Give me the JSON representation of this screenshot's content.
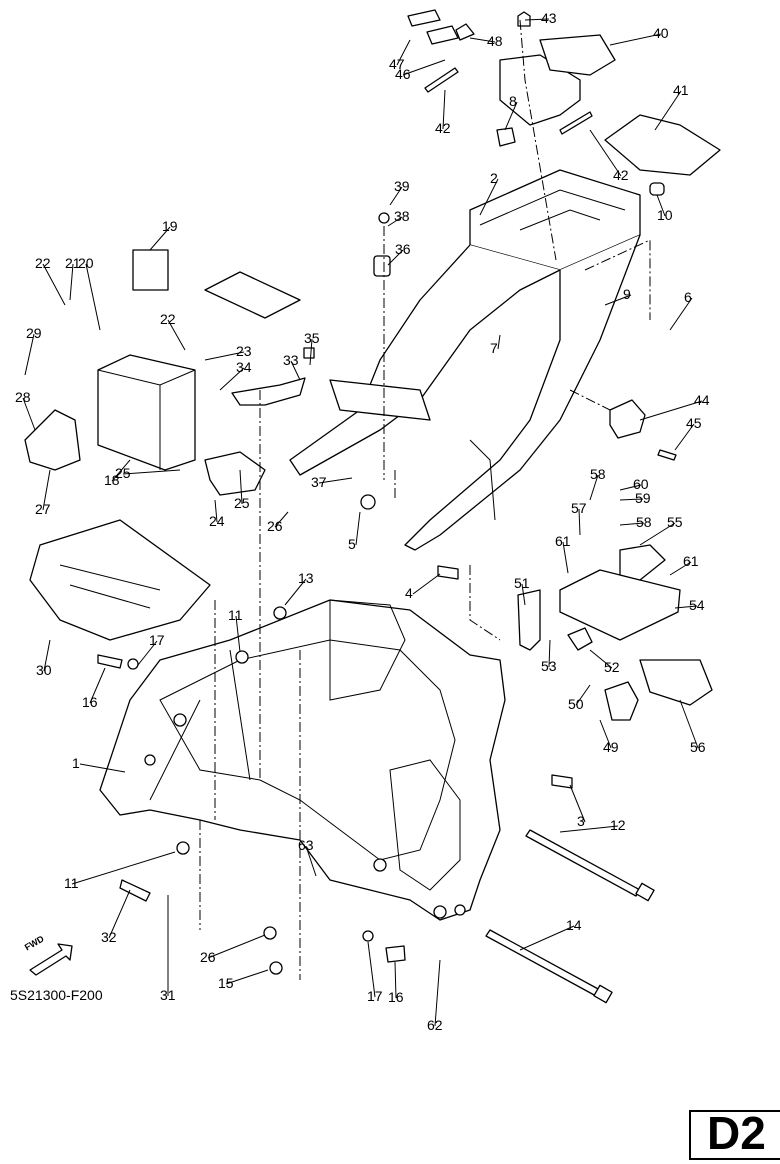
{
  "diagram": {
    "type": "exploded-parts-diagram",
    "subject": "Motorcycle frame assembly",
    "reference_code": "5S21300-F200",
    "page_label": "D2",
    "direction_indicator": "FWD",
    "callouts": [
      {
        "n": "1"
      },
      {
        "n": "2"
      },
      {
        "n": "3"
      },
      {
        "n": "4"
      },
      {
        "n": "5"
      },
      {
        "n": "6"
      },
      {
        "n": "7"
      },
      {
        "n": "8"
      },
      {
        "n": "9"
      },
      {
        "n": "10"
      },
      {
        "n": "11"
      },
      {
        "n": "11"
      },
      {
        "n": "12"
      },
      {
        "n": "13"
      },
      {
        "n": "14"
      },
      {
        "n": "15"
      },
      {
        "n": "16"
      },
      {
        "n": "16"
      },
      {
        "n": "17"
      },
      {
        "n": "17"
      },
      {
        "n": "18"
      },
      {
        "n": "19"
      },
      {
        "n": "20"
      },
      {
        "n": "21"
      },
      {
        "n": "22"
      },
      {
        "n": "22"
      },
      {
        "n": "23"
      },
      {
        "n": "24"
      },
      {
        "n": "25"
      },
      {
        "n": "25"
      },
      {
        "n": "26"
      },
      {
        "n": "26"
      },
      {
        "n": "27"
      },
      {
        "n": "28"
      },
      {
        "n": "29"
      },
      {
        "n": "30"
      },
      {
        "n": "31"
      },
      {
        "n": "32"
      },
      {
        "n": "33"
      },
      {
        "n": "34"
      },
      {
        "n": "35"
      },
      {
        "n": "36"
      },
      {
        "n": "37"
      },
      {
        "n": "38"
      },
      {
        "n": "39"
      },
      {
        "n": "40"
      },
      {
        "n": "41"
      },
      {
        "n": "42"
      },
      {
        "n": "42"
      },
      {
        "n": "43"
      },
      {
        "n": "44"
      },
      {
        "n": "45"
      },
      {
        "n": "46"
      },
      {
        "n": "47"
      },
      {
        "n": "48"
      },
      {
        "n": "49"
      },
      {
        "n": "50"
      },
      {
        "n": "51"
      },
      {
        "n": "52"
      },
      {
        "n": "53"
      },
      {
        "n": "54"
      },
      {
        "n": "55"
      },
      {
        "n": "56"
      },
      {
        "n": "57"
      },
      {
        "n": "58"
      },
      {
        "n": "58"
      },
      {
        "n": "59"
      },
      {
        "n": "60"
      },
      {
        "n": "61"
      },
      {
        "n": "61"
      },
      {
        "n": "62"
      },
      {
        "n": "63"
      }
    ]
  }
}
